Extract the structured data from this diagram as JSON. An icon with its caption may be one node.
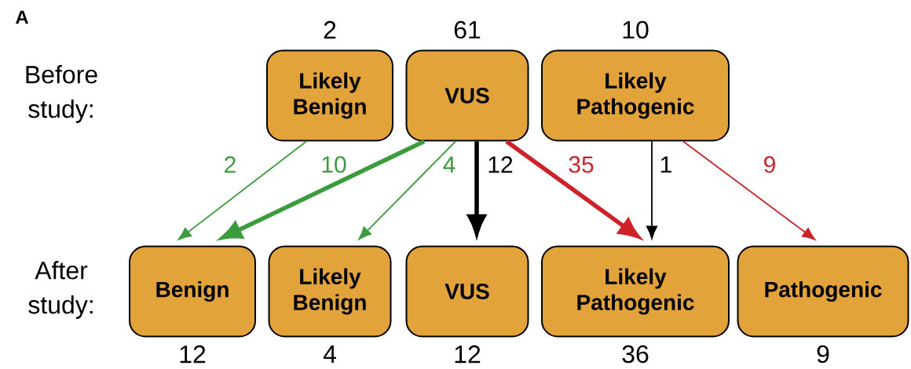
{
  "diagram": {
    "nodes": [
      {
        "text": [
          "Likely Benign"
        ],
        "beside": [
          "2"
        ]
      },
      {
        "text": [
          "VUS"
        ],
        "beside": [
          "61"
        ]
      },
      {
        "text": [
          "Likely Pathogenic"
        ],
        "beside": [
          "10"
        ]
      },
      {
        "text": [
          "Benign"
        ],
        "beside": [
          "12"
        ]
      },
      {
        "text": [
          "Likely Benign"
        ],
        "beside": [
          "4"
        ]
      },
      {
        "text": [
          "VUS"
        ],
        "beside": [
          "12"
        ]
      },
      {
        "text": [
          "Likely Pathogenic"
        ],
        "beside": [
          "36"
        ]
      },
      {
        "text": [
          "Pathogenic"
        ],
        "beside": [
          "9"
        ]
      }
    ],
    "edges": [
      {
        "from": 0,
        "to": 3,
        "arrow": "to",
        "label": "2",
        "color": "#3c9b3c"
      },
      {
        "from": 1,
        "to": 3,
        "arrow": "to",
        "label": "10",
        "style": "thick",
        "color": "#3c9b3c"
      },
      {
        "from": 1,
        "to": 4,
        "arrow": "to",
        "label": "4",
        "color": "#3c9b3c"
      },
      {
        "from": 1,
        "to": 5,
        "arrow": "to",
        "label": "12",
        "style": "thick",
        "color": "#000000"
      },
      {
        "from": 1,
        "to": 6,
        "arrow": "to",
        "label": "35",
        "style": "thick",
        "color": "#cc2229"
      },
      {
        "from": 2,
        "to": 6,
        "arrow": "to",
        "label": "1",
        "color": "#000000"
      },
      {
        "from": 2,
        "to": 7,
        "arrow": "to",
        "label": "9",
        "color": "#cc2229"
      }
    ],
    "labels": [
      "A",
      "Before study:",
      "After study:"
    ]
  }
}
